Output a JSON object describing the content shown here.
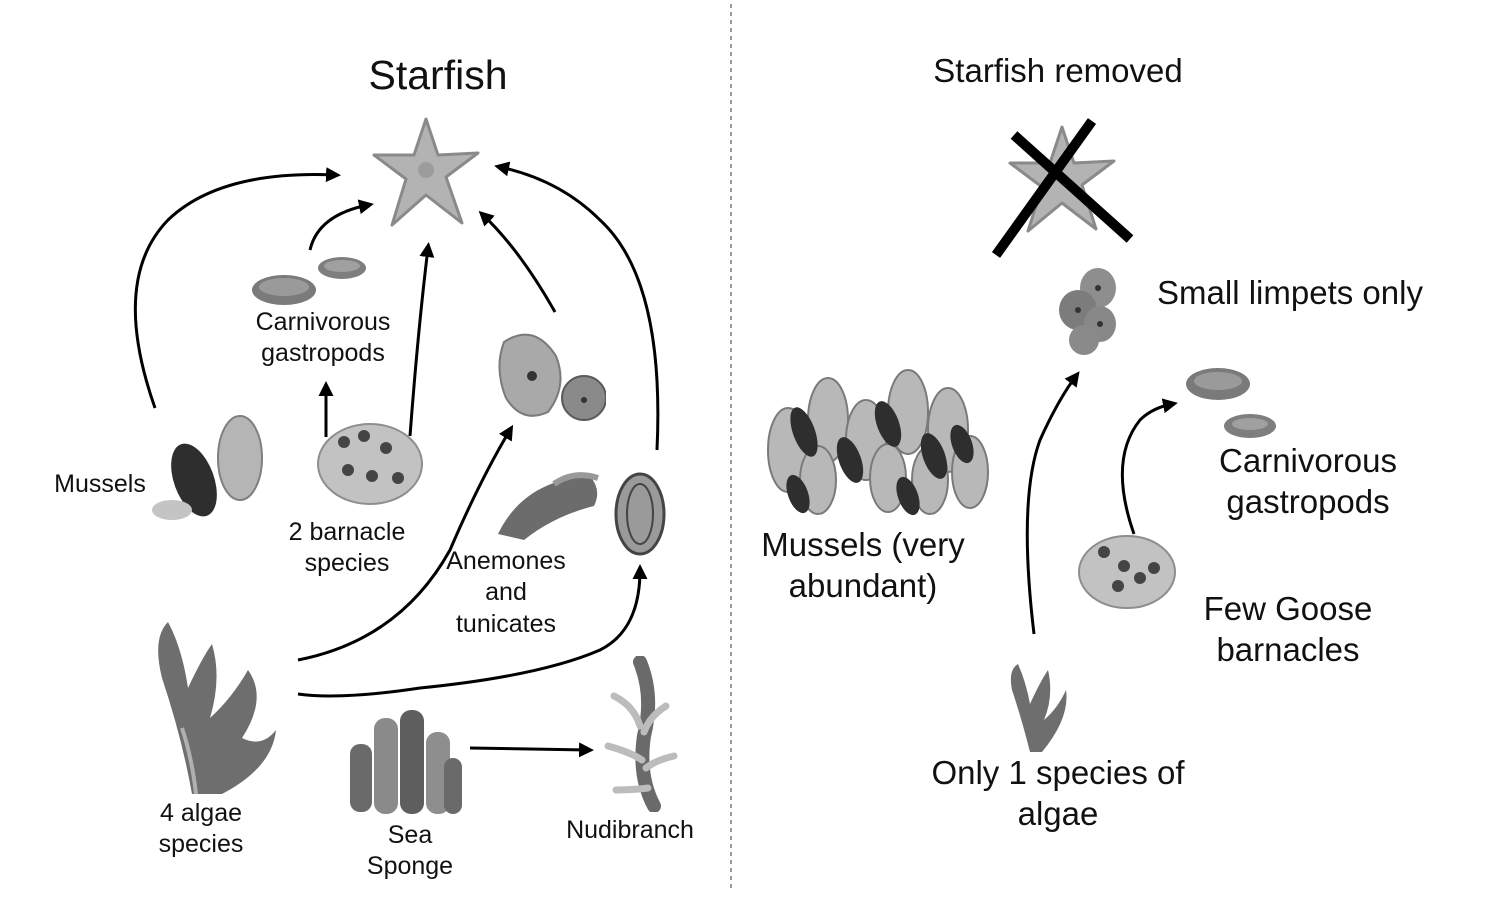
{
  "left_panel": {
    "title": "Starfish",
    "labels": {
      "carnivorous_gastropods": [
        "Carnivorous",
        "gastropods"
      ],
      "mussels": [
        "Mussels"
      ],
      "barnacles": [
        "2 barnacle",
        "species"
      ],
      "anemones": [
        "Anemones",
        "and",
        "tunicates"
      ],
      "algae": [
        "4 algae",
        "species"
      ],
      "sponge": [
        "Sea",
        "Sponge"
      ],
      "nudibranch": [
        "Nudibranch"
      ]
    }
  },
  "right_panel": {
    "title": "Starfish removed",
    "labels": {
      "limpets": [
        "Small limpets only"
      ],
      "gastropods": [
        "Carnivorous",
        "gastropods"
      ],
      "mussels": [
        "Mussels (very",
        "abundant)"
      ],
      "barnacles": [
        "Few Goose",
        "barnacles"
      ],
      "algae": [
        "Only 1 species of",
        "algae"
      ]
    }
  },
  "colors": {
    "arrow": "#000000",
    "divider": "#9a9a9a",
    "organism_light": "#b9b9b9",
    "organism_mid": "#8a8a8a",
    "organism_dark": "#2e2e2e"
  }
}
